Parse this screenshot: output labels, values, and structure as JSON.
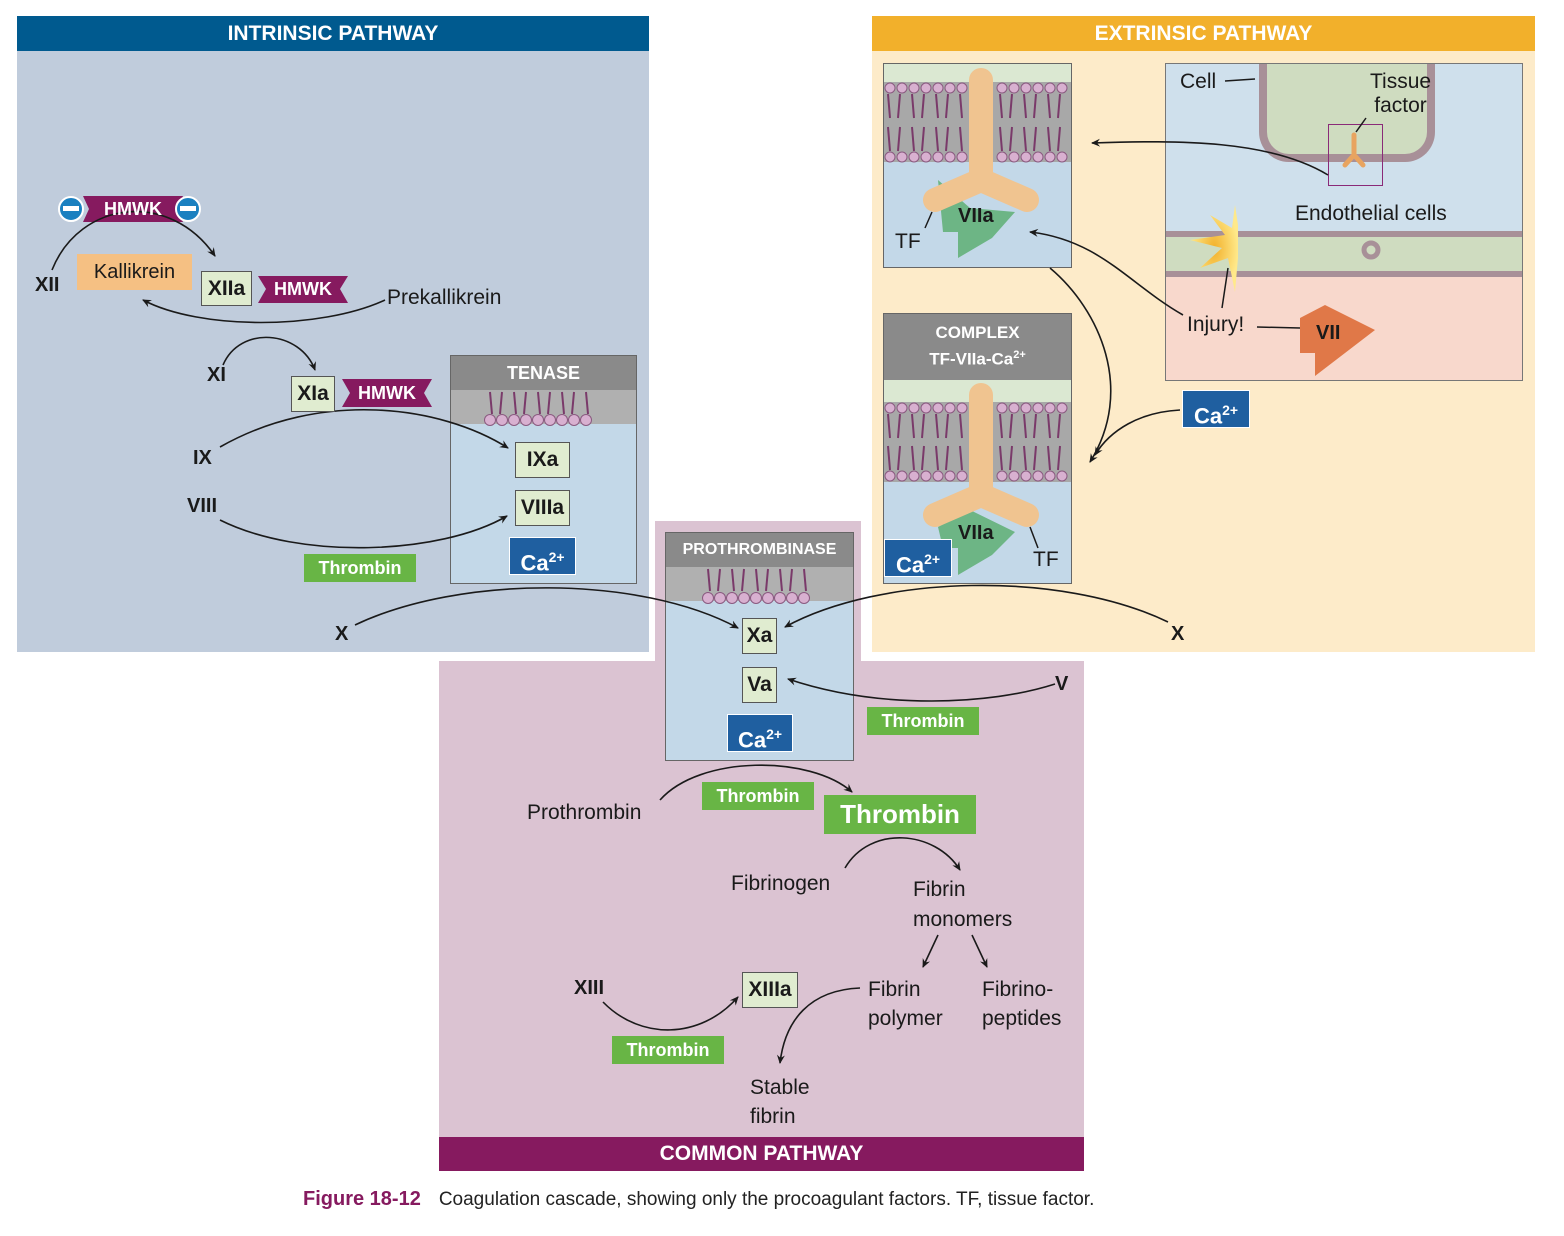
{
  "headers": {
    "intrinsic": "INTRINSIC PATHWAY",
    "extrinsic": "EXTRINSIC PATHWAY",
    "common": "COMMON PATHWAY"
  },
  "intrinsic": {
    "hmwk_top": "HMWK",
    "minus_sign": "−",
    "xii": "XII",
    "kallikrein": "Kallikrein",
    "xiia": "XIIa",
    "hmwk_xiia": "HMWK",
    "prekallikrein": "Prekallikrein",
    "xi": "XI",
    "xia": "XIa",
    "hmwk_xia": "HMWK",
    "ix": "IX",
    "viii": "VIII",
    "thrombin": "Thrombin",
    "x": "X",
    "tenase": {
      "title": "TENASE",
      "ixa": "IXa",
      "viiia": "VIIIa",
      "ca": "Ca",
      "ca_sup": "2+"
    }
  },
  "extrinsic": {
    "tf_top": "TF",
    "viia_top": "VIIa",
    "cell": "Cell",
    "tissue_factor_1": "Tissue",
    "tissue_factor_2": "factor",
    "endothelial": "Endothelial cells",
    "injury": "Injury!",
    "vii": "VII",
    "ca": "Ca",
    "ca_sup": "2+",
    "complex": {
      "title_1": "COMPLEX",
      "title_2": "TF-VIIa-Ca",
      "title_sup": "2+",
      "viia": "VIIa",
      "tf": "TF",
      "ca": "Ca",
      "ca_sup": "2+"
    },
    "x": "X"
  },
  "common": {
    "prothrombinase": {
      "title": "PROTHROMBINASE",
      "xa": "Xa",
      "va": "Va",
      "ca": "Ca",
      "ca_sup": "2+"
    },
    "v": "V",
    "thrombin_v": "Thrombin",
    "prothrombin": "Prothrombin",
    "thrombin_small": "Thrombin",
    "thrombin_big": "Thrombin",
    "fibrinogen": "Fibrinogen",
    "fibrin_monomers_1": "Fibrin",
    "fibrin_monomers_2": "monomers",
    "xiii": "XIII",
    "xiiia": "XIIIa",
    "thrombin_xiii": "Thrombin",
    "fibrin_polymer_1": "Fibrin",
    "fibrin_polymer_2": "polymer",
    "fibrinopeptides_1": "Fibrino-",
    "fibrinopeptides_2": "peptides",
    "stable_fibrin_1": "Stable",
    "stable_fibrin_2": "fibrin"
  },
  "caption": {
    "figure": "Figure 18-12",
    "text": "Coagulation cascade, showing only the procoagulant factors. TF, tissue factor."
  },
  "colors": {
    "intrinsic_bg": "#c0ccdc",
    "intrinsic_header": "#005a8f",
    "extrinsic_bg": "#fdebc9",
    "extrinsic_header": "#f2b02b",
    "common_bg": "#dbc3d2",
    "common_header": "#861a5f",
    "thrombin_green": "#68b545",
    "calcium_blue": "#1f5fa0",
    "hmwk_purple": "#861a5f",
    "kallikrein_orange": "#f5c083",
    "factor_vii_orange": "#e07848",
    "viia_green": "#6db585"
  }
}
